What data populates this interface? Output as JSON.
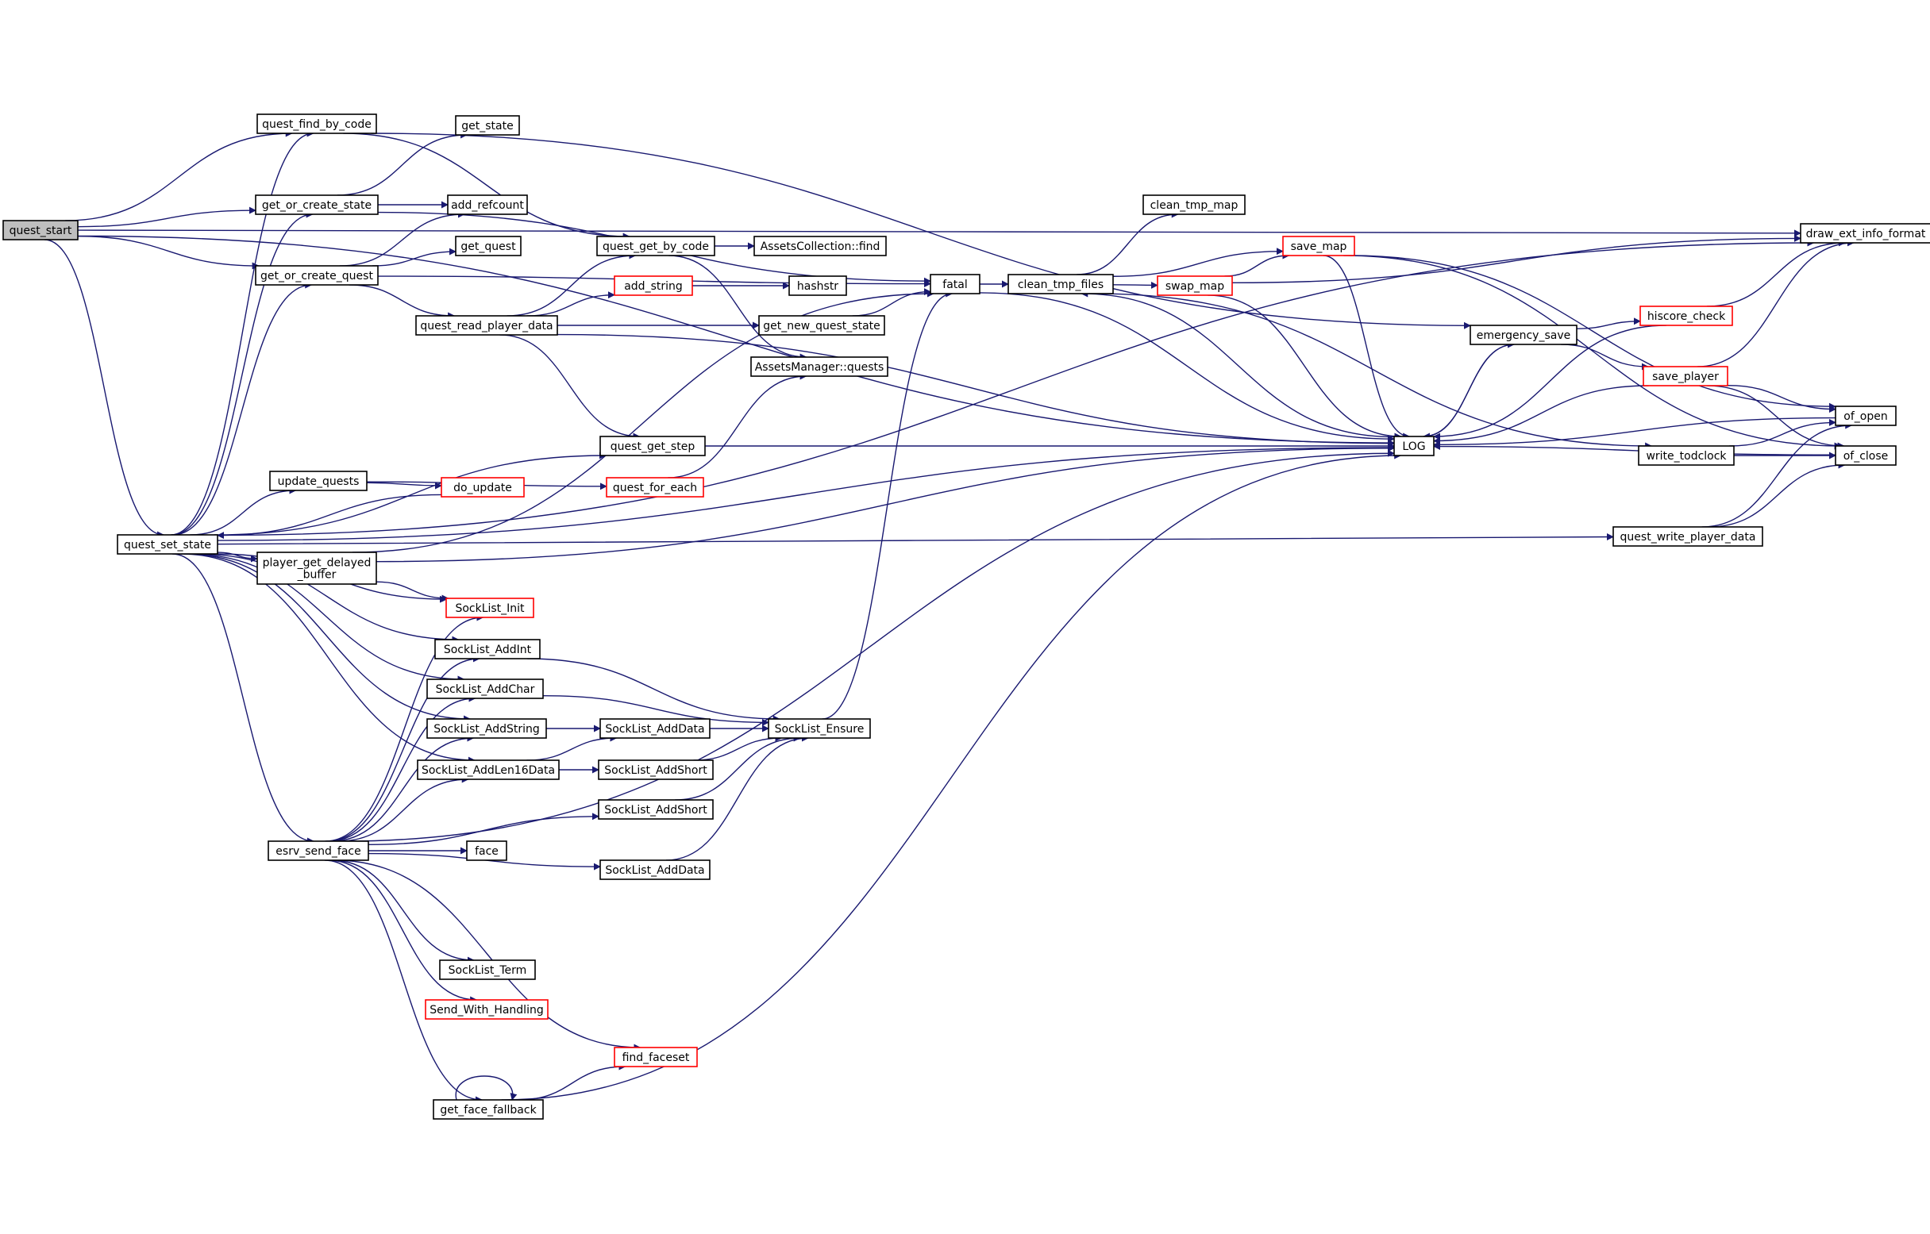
{
  "colors": {
    "edge": "#191970",
    "arrow": "#191970",
    "node_border": "#000000",
    "node_border_incomplete": "#ff0000",
    "root_fill": "#bfbfbf",
    "node_fill": "#ffffff"
  },
  "nodes": [
    {
      "id": "quest_start",
      "lines": [
        "quest_start"
      ],
      "root": true
    },
    {
      "id": "quest_find_by_code",
      "lines": [
        "quest_find_by_code"
      ]
    },
    {
      "id": "get_or_create_state",
      "lines": [
        "get_or_create_state"
      ]
    },
    {
      "id": "get_or_create_quest",
      "lines": [
        "get_or_create_quest"
      ]
    },
    {
      "id": "quest_set_state",
      "lines": [
        "quest_set_state"
      ]
    },
    {
      "id": "get_state",
      "lines": [
        "get_state"
      ]
    },
    {
      "id": "add_refcount",
      "lines": [
        "add_refcount"
      ]
    },
    {
      "id": "get_quest",
      "lines": [
        "get_quest"
      ]
    },
    {
      "id": "quest_read_player_data",
      "lines": [
        "quest_read_player_data"
      ]
    },
    {
      "id": "quest_get_by_code",
      "lines": [
        "quest_get_by_code"
      ]
    },
    {
      "id": "add_string",
      "lines": [
        "add_string"
      ],
      "red": true
    },
    {
      "id": "AssetsCollection_find",
      "lines": [
        "AssetsCollection::find"
      ]
    },
    {
      "id": "hashstr",
      "lines": [
        "hashstr"
      ]
    },
    {
      "id": "get_new_quest_state",
      "lines": [
        "get_new_quest_state"
      ]
    },
    {
      "id": "AssetsManager_quests",
      "lines": [
        "AssetsManager::quests"
      ]
    },
    {
      "id": "quest_get_step",
      "lines": [
        "quest_get_step"
      ]
    },
    {
      "id": "update_quests",
      "lines": [
        "update_quests"
      ]
    },
    {
      "id": "do_update",
      "lines": [
        "do_update"
      ],
      "red": true
    },
    {
      "id": "quest_for_each",
      "lines": [
        "quest_for_each"
      ],
      "red": true
    },
    {
      "id": "player_get_delayed_buffer",
      "lines": [
        "player_get_delayed",
        "_buffer"
      ]
    },
    {
      "id": "SockList_Init",
      "lines": [
        "SockList_Init"
      ],
      "red": true
    },
    {
      "id": "SockList_AddInt",
      "lines": [
        "SockList_AddInt"
      ]
    },
    {
      "id": "SockList_AddChar",
      "lines": [
        "SockList_AddChar"
      ]
    },
    {
      "id": "SockList_AddString",
      "lines": [
        "SockList_AddString"
      ]
    },
    {
      "id": "SockList_AddLen16Data",
      "lines": [
        "SockList_AddLen16Data"
      ]
    },
    {
      "id": "SockList_AddData_1",
      "lines": [
        "SockList_AddData"
      ]
    },
    {
      "id": "SockList_AddShort_1",
      "lines": [
        "SockList_AddShort"
      ]
    },
    {
      "id": "SockList_AddShort_2",
      "lines": [
        "SockList_AddShort"
      ]
    },
    {
      "id": "SockList_AddData_2",
      "lines": [
        "SockList_AddData"
      ]
    },
    {
      "id": "SockList_Ensure",
      "lines": [
        "SockList_Ensure"
      ]
    },
    {
      "id": "esrv_send_face",
      "lines": [
        "esrv_send_face"
      ]
    },
    {
      "id": "face",
      "lines": [
        "face"
      ]
    },
    {
      "id": "SockList_Term",
      "lines": [
        "SockList_Term"
      ]
    },
    {
      "id": "Send_With_Handling",
      "lines": [
        "Send_With_Handling"
      ],
      "red": true
    },
    {
      "id": "find_faceset",
      "lines": [
        "find_faceset"
      ],
      "red": true
    },
    {
      "id": "get_face_fallback",
      "lines": [
        "get_face_fallback"
      ]
    },
    {
      "id": "fatal",
      "lines": [
        "fatal"
      ]
    },
    {
      "id": "clean_tmp_files",
      "lines": [
        "clean_tmp_files"
      ]
    },
    {
      "id": "clean_tmp_map",
      "lines": [
        "clean_tmp_map"
      ]
    },
    {
      "id": "swap_map",
      "lines": [
        "swap_map"
      ],
      "red": true
    },
    {
      "id": "save_map",
      "lines": [
        "save_map"
      ],
      "red": true
    },
    {
      "id": "LOG",
      "lines": [
        "LOG"
      ]
    },
    {
      "id": "emergency_save",
      "lines": [
        "emergency_save"
      ]
    },
    {
      "id": "hiscore_check",
      "lines": [
        "hiscore_check"
      ],
      "red": true
    },
    {
      "id": "save_player",
      "lines": [
        "save_player"
      ],
      "red": true
    },
    {
      "id": "write_todclock",
      "lines": [
        "write_todclock"
      ]
    },
    {
      "id": "quest_write_player_data",
      "lines": [
        "quest_write_player_data"
      ]
    },
    {
      "id": "draw_ext_info_format",
      "lines": [
        "draw_ext_info_format"
      ]
    },
    {
      "id": "of_open",
      "lines": [
        "of_open"
      ]
    },
    {
      "id": "of_close",
      "lines": [
        "of_close"
      ]
    }
  ],
  "edges": [
    [
      "quest_start",
      "quest_find_by_code"
    ],
    [
      "quest_start",
      "get_or_create_state"
    ],
    [
      "quest_start",
      "get_or_create_quest"
    ],
    [
      "quest_start",
      "quest_set_state"
    ],
    [
      "quest_start",
      "draw_ext_info_format"
    ],
    [
      "quest_start",
      "LOG"
    ],
    [
      "quest_find_by_code",
      "quest_get_by_code"
    ],
    [
      "quest_find_by_code",
      "emergency_save"
    ],
    [
      "get_or_create_state",
      "get_state"
    ],
    [
      "get_or_create_state",
      "add_refcount"
    ],
    [
      "get_or_create_state",
      "fatal"
    ],
    [
      "get_or_create_quest",
      "add_refcount"
    ],
    [
      "get_or_create_quest",
      "get_quest"
    ],
    [
      "get_or_create_quest",
      "quest_read_player_data"
    ],
    [
      "get_or_create_quest",
      "fatal"
    ],
    [
      "quest_read_player_data",
      "quest_get_by_code"
    ],
    [
      "quest_read_player_data",
      "add_string"
    ],
    [
      "quest_read_player_data",
      "get_new_quest_state"
    ],
    [
      "quest_read_player_data",
      "quest_get_step"
    ],
    [
      "quest_read_player_data",
      "LOG"
    ],
    [
      "quest_get_by_code",
      "AssetsCollection_find"
    ],
    [
      "quest_get_by_code",
      "AssetsManager_quests"
    ],
    [
      "add_string",
      "hashstr"
    ],
    [
      "get_new_quest_state",
      "fatal"
    ],
    [
      "quest_for_each",
      "AssetsManager_quests"
    ],
    [
      "quest_get_step",
      "LOG"
    ],
    [
      "quest_set_state",
      "quest_find_by_code"
    ],
    [
      "quest_set_state",
      "get_or_create_state"
    ],
    [
      "quest_set_state",
      "get_or_create_quest"
    ],
    [
      "quest_set_state",
      "quest_get_step"
    ],
    [
      "quest_set_state",
      "update_quests"
    ],
    [
      "quest_set_state",
      "player_get_delayed_buffer"
    ],
    [
      "quest_set_state",
      "SockList_Init"
    ],
    [
      "quest_set_state",
      "SockList_AddInt"
    ],
    [
      "quest_set_state",
      "SockList_AddChar"
    ],
    [
      "quest_set_state",
      "SockList_AddString"
    ],
    [
      "quest_set_state",
      "SockList_AddLen16Data"
    ],
    [
      "quest_set_state",
      "esrv_send_face"
    ],
    [
      "quest_set_state",
      "draw_ext_info_format"
    ],
    [
      "quest_set_state",
      "LOG"
    ],
    [
      "quest_set_state",
      "quest_write_player_data"
    ],
    [
      "update_quests",
      "quest_for_each"
    ],
    [
      "update_quests",
      "do_update"
    ],
    [
      "do_update",
      "quest_set_state"
    ],
    [
      "player_get_delayed_buffer",
      "SockList_Init"
    ],
    [
      "player_get_delayed_buffer",
      "fatal"
    ],
    [
      "player_get_delayed_buffer",
      "LOG"
    ],
    [
      "SockList_AddInt",
      "SockList_Ensure"
    ],
    [
      "SockList_AddChar",
      "SockList_Ensure"
    ],
    [
      "SockList_AddString",
      "SockList_AddData_1"
    ],
    [
      "SockList_AddLen16Data",
      "SockList_AddData_1"
    ],
    [
      "SockList_AddLen16Data",
      "SockList_AddShort_1"
    ],
    [
      "SockList_AddData_1",
      "SockList_Ensure"
    ],
    [
      "SockList_AddShort_1",
      "SockList_Ensure"
    ],
    [
      "SockList_AddShort_2",
      "SockList_Ensure"
    ],
    [
      "SockList_AddData_2",
      "SockList_Ensure"
    ],
    [
      "SockList_Ensure",
      "fatal"
    ],
    [
      "esrv_send_face",
      "SockList_Init"
    ],
    [
      "esrv_send_face",
      "SockList_AddInt"
    ],
    [
      "esrv_send_face",
      "SockList_AddChar"
    ],
    [
      "esrv_send_face",
      "SockList_AddString"
    ],
    [
      "esrv_send_face",
      "SockList_AddLen16Data"
    ],
    [
      "esrv_send_face",
      "SockList_AddShort_2"
    ],
    [
      "esrv_send_face",
      "face"
    ],
    [
      "esrv_send_face",
      "SockList_AddData_2"
    ],
    [
      "esrv_send_face",
      "LOG"
    ],
    [
      "esrv_send_face",
      "SockList_Term"
    ],
    [
      "esrv_send_face",
      "Send_With_Handling"
    ],
    [
      "esrv_send_face",
      "find_faceset"
    ],
    [
      "esrv_send_face",
      "get_face_fallback"
    ],
    [
      "get_face_fallback",
      "find_faceset"
    ],
    [
      "get_face_fallback",
      "get_face_fallback"
    ],
    [
      "get_face_fallback",
      "LOG"
    ],
    [
      "fatal",
      "clean_tmp_files"
    ],
    [
      "fatal",
      "LOG"
    ],
    [
      "clean_tmp_files",
      "clean_tmp_map"
    ],
    [
      "clean_tmp_files",
      "swap_map"
    ],
    [
      "clean_tmp_files",
      "save_map"
    ],
    [
      "clean_tmp_files",
      "write_todclock"
    ],
    [
      "swap_map",
      "save_map"
    ],
    [
      "swap_map",
      "LOG"
    ],
    [
      "swap_map",
      "draw_ext_info_format"
    ],
    [
      "save_map",
      "LOG"
    ],
    [
      "save_map",
      "of_open"
    ],
    [
      "save_map",
      "of_close"
    ],
    [
      "LOG",
      "clean_tmp_files"
    ],
    [
      "LOG",
      "emergency_save"
    ],
    [
      "emergency_save",
      "LOG"
    ],
    [
      "emergency_save",
      "hiscore_check"
    ],
    [
      "emergency_save",
      "save_player"
    ],
    [
      "hiscore_check",
      "LOG"
    ],
    [
      "hiscore_check",
      "draw_ext_info_format"
    ],
    [
      "save_player",
      "LOG"
    ],
    [
      "save_player",
      "draw_ext_info_format"
    ],
    [
      "save_player",
      "of_open"
    ],
    [
      "save_player",
      "of_close"
    ],
    [
      "write_todclock",
      "of_open"
    ],
    [
      "write_todclock",
      "of_close"
    ],
    [
      "quest_write_player_data",
      "of_open"
    ],
    [
      "quest_write_player_data",
      "of_close"
    ],
    [
      "of_open",
      "LOG"
    ],
    [
      "of_close",
      "LOG"
    ]
  ]
}
